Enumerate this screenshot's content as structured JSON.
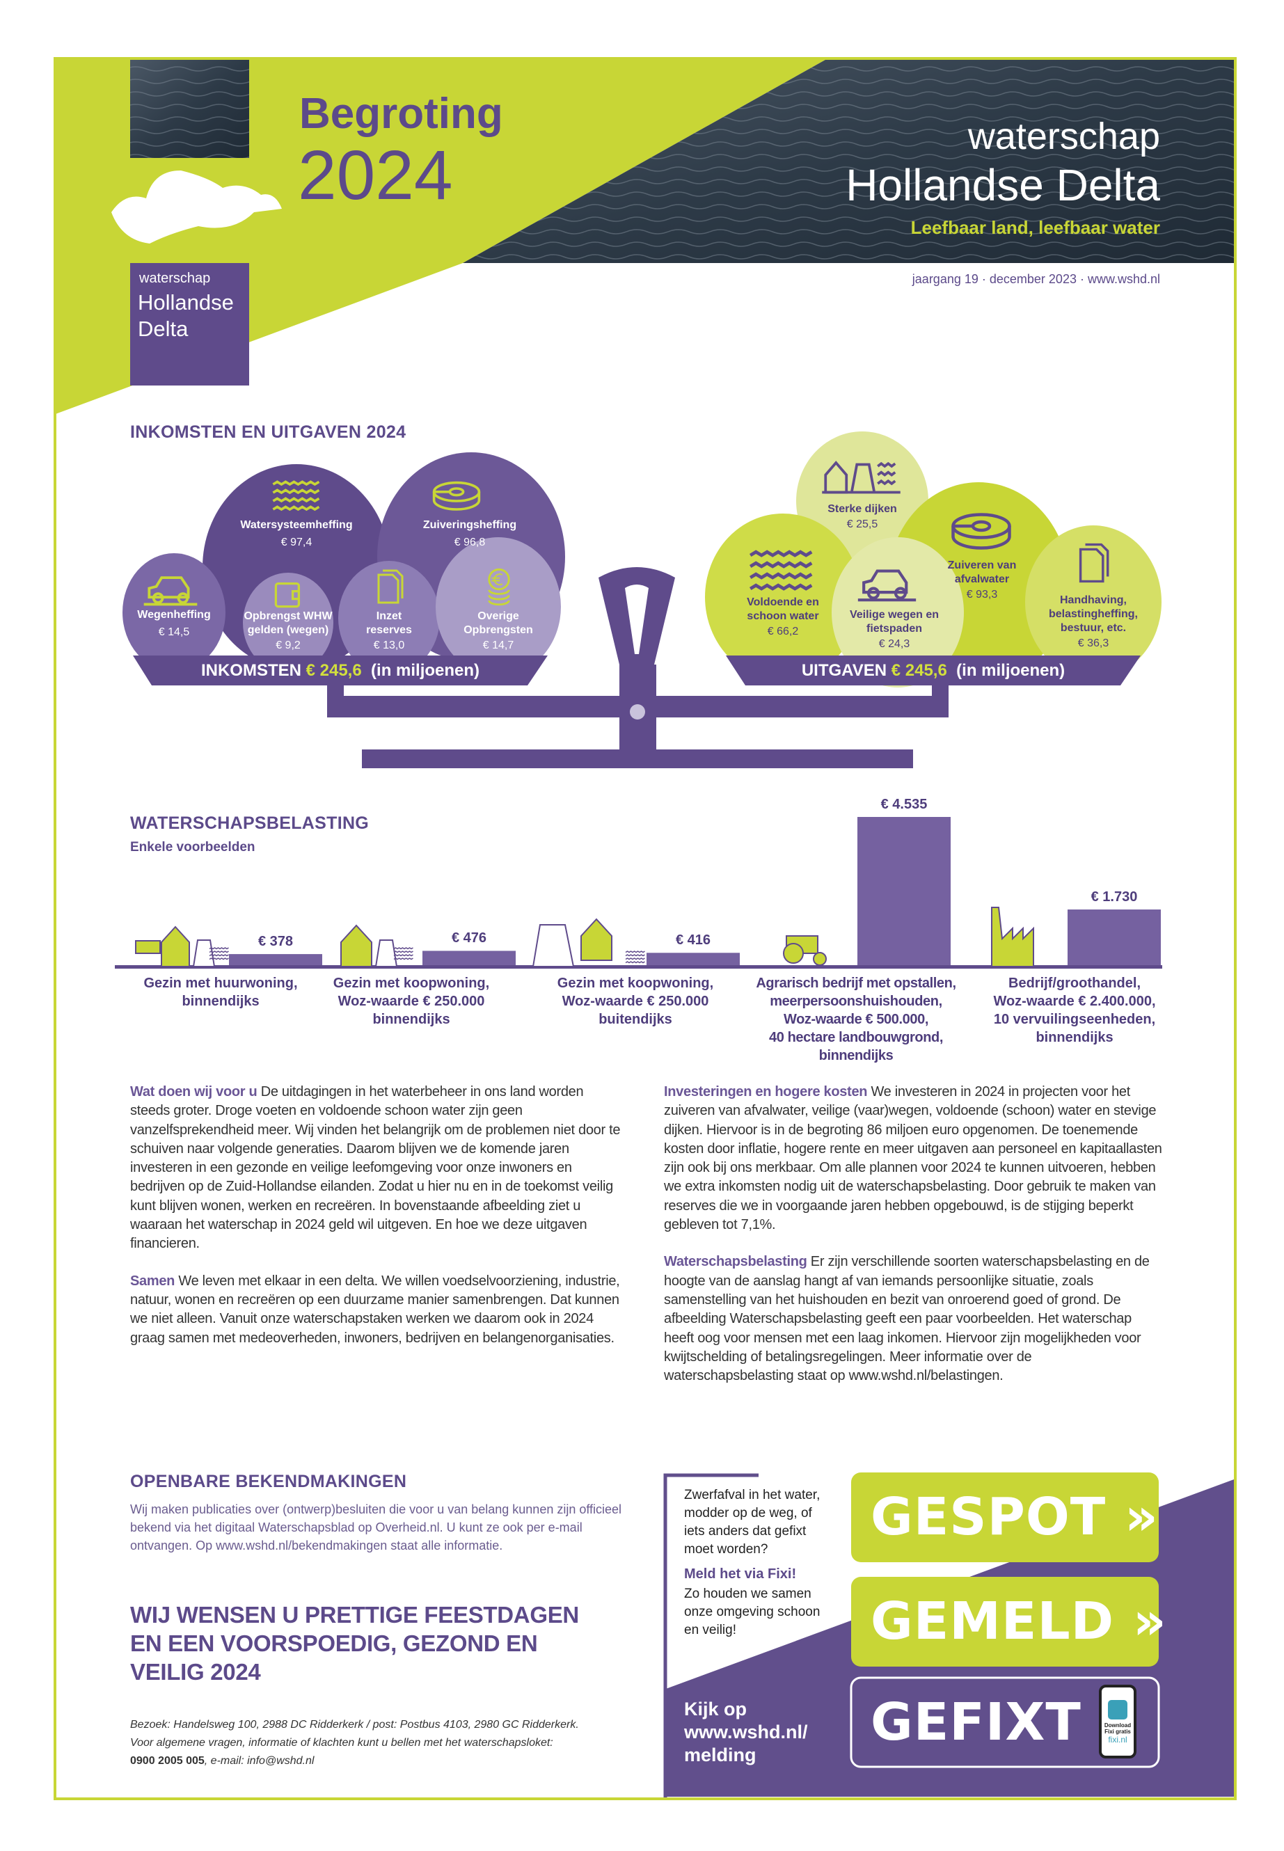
{
  "header": {
    "title": "Begroting",
    "year": "2024",
    "org_small": "waterschap",
    "org_name": "Hollandse Delta",
    "brand_top": "waterschap",
    "brand_name": "Hollandse Delta",
    "tagline": "Leefbaar land, leefbaar water",
    "meta": "jaargang 19 · december 2023 · www.wshd.nl"
  },
  "budget": {
    "heading": "INKOMSTEN EN UITGAVEN 2024",
    "income": [
      {
        "label": "Watersysteemheffing",
        "value": "€ 97,4"
      },
      {
        "label": "Zuiveringsheffing",
        "value": "€ 96,8"
      },
      {
        "label": "Wegenheffing",
        "value": "€ 14,5"
      },
      {
        "label": "Opbrengst WHW\ngelden (wegen)",
        "value": "€ 9,2"
      },
      {
        "label": "Inzet\nreserves",
        "value": "€ 13,0"
      },
      {
        "label": "Overige\nOpbrengsten",
        "value": "€ 14,7"
      }
    ],
    "expenses": [
      {
        "label": "Sterke dijken",
        "value": "€ 25,5"
      },
      {
        "label": "Voldoende en\nschoon water",
        "value": "€ 66,2"
      },
      {
        "label": "Veilige wegen en\nfietspaden",
        "value": "€ 24,3"
      },
      {
        "label": "Zuiveren van\nafvalwater",
        "value": "€ 93,3"
      },
      {
        "label": "Handhaving,\nbelastingheffing,\nbestuur, etc.",
        "value": "€ 36,3"
      }
    ],
    "income_label": "INKOMSTEN",
    "income_total": "€ 245,6",
    "expense_label": "UITGAVEN",
    "expense_total": "€ 245,6",
    "unit": "(in miljoenen)",
    "colors": {
      "purple": "#5f4b8b",
      "lime": "#c8d636"
    }
  },
  "chart_data": {
    "type": "bar",
    "title": "WATERSCHAPSBELASTING",
    "subtitle": "Enkele voorbeelden",
    "categories": [
      "Gezin met huurwoning,\nbinnendijks",
      "Gezin met koopwoning,\nWoz-waarde € 250.000\nbinnendijks",
      "Gezin met koopwoning,\nWoz-waarde € 250.000\nbuitendijks",
      "Agrarisch bedrijf met opstallen,\nmeerpersoonshuishouden,\nWoz-waarde € 500.000,\n40 hectare landbouwgrond,\nbinnendijks",
      "Bedrijf/groothandel,\nWoz-waarde € 2.400.000,\n10 vervuilingseenheden,\nbinnendijks"
    ],
    "values": [
      378,
      476,
      416,
      4535,
      1730
    ],
    "labels": [
      "€ 378",
      "€ 476",
      "€ 416",
      "€ 4.535",
      "€ 1.730"
    ],
    "xlabel": "",
    "ylabel": "",
    "ylim": [
      0,
      4535
    ]
  },
  "article": {
    "p1_title": "Wat doen wij voor u",
    "p1": " De uitdagingen in het waterbeheer in ons land worden steeds groter. Droge voeten en voldoende schoon water zijn geen vanzelfsprekendheid meer. Wij vinden het belangrijk om de problemen niet door te schuiven naar volgende generaties. Daarom blijven we de komende jaren investeren in een gezonde en veilige leefomgeving voor onze inwoners en bedrijven op de Zuid-Hollandse eilanden. Zodat u hier nu en in de toekomst veilig kunt blijven wonen, werken en recreëren. In bovenstaande afbeelding ziet u waaraan het waterschap in 2024 geld wil uitgeven. En hoe we deze uitgaven financieren.",
    "p2_title": "Samen",
    "p2": " We leven met elkaar in een delta. We willen voedselvoorziening, industrie, natuur, wonen en recreëren op een duurzame manier samenbrengen. Dat kunnen we niet alleen. Vanuit onze waterschapstaken werken we daarom ook in 2024 graag samen met medeoverheden, inwoners, bedrijven en belangenorganisaties.",
    "p3_title": "Investeringen en hogere kosten",
    "p3": " We investeren in 2024 in projecten voor het zuiveren van afvalwater, veilige (vaar)wegen, voldoende (schoon) water en stevige dijken. Hiervoor is in de begroting 86 miljoen euro opgenomen. De toenemende kosten door inflatie, hogere rente en meer uitgaven aan personeel en kapitaallasten zijn ook bij ons merkbaar. Om alle plannen voor 2024 te kunnen uitvoeren, hebben we extra inkomsten nodig uit de waterschapsbelasting. Door gebruik te maken van reserves die we in voorgaande jaren hebben opgebouwd, is de stijging beperkt gebleven tot 7,1%.",
    "p4_title": "Waterschapsbelasting",
    "p4": " Er zijn verschillende soorten waterschapsbelasting en de hoogte van de aanslag hangt af van iemands persoonlijke situatie, zoals samenstelling van het huishouden en bezit van onroerend goed of grond. De afbeelding Waterschapsbelasting geeft een paar voorbeelden. Het waterschap heeft oog voor mensen met een laag inkomen. Hiervoor zijn mogelijkheden voor kwijtschelding of betalingsregelingen. Meer informatie over de waterschapsbelasting staat op www.wshd.nl/belastingen."
  },
  "notices": {
    "heading": "OPENBARE BEKENDMAKINGEN",
    "text": "Wij maken publicaties over (ontwerp)besluiten die voor u van belang kunnen zijn officieel bekend via het digitaal Waterschapsblad op Overheid.nl. U kunt ze ook per e-mail ontvangen. Op www.wshd.nl/bekendmakingen staat alle informatie."
  },
  "greeting": "WIJ WENSEN U PRETTIGE FEESTDAGEN\nEN EEN VOORSPOEDIG, GEZOND EN\nVEILIG 2024",
  "contact": {
    "line1": "Bezoek: Handelsweg 100, 2988 DC Ridderkerk / post: Postbus 4103, 2980 GC Ridderkerk.",
    "line2": "Voor algemene vragen, informatie of klachten kunt u bellen met het waterschapsloket:",
    "phone": "0900 2005 005",
    "email": ", e-mail: info@wshd.nl"
  },
  "fixi": {
    "intro": "Zwerfafval in het water,\nmodder op de weg, of\niets anders dat gefixt\nmoet worden?",
    "cta_title": "Meld het via Fixi!",
    "cta_text": "Zo houden we samen\nonze omgeving schoon\nen veilig!",
    "link": "Kijk op\nwww.wshd.nl/\nmelding",
    "btn1": "GESPOT »",
    "btn2": "GEMELD »",
    "btn3": "GEFIXT",
    "phone_line1": "Download",
    "phone_line2": "Fixi gratis",
    "phone_site": "fixi.nl"
  }
}
